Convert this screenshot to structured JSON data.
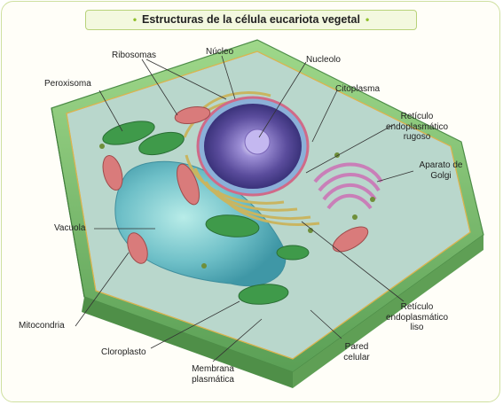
{
  "title": "Estructuras de la célula eucariota vegetal",
  "title_dot": "•",
  "labels": {
    "ribosomas": "Ribosomas",
    "nucleo": "Núcleo",
    "nucleolo": "Nucleolo",
    "peroxisoma": "Peroxisoma",
    "citoplasma": "Citoplasma",
    "rer": [
      "Retículo",
      "endoplasmático",
      "rugoso"
    ],
    "golgi": [
      "Aparato de",
      "Golgi"
    ],
    "vacuola": "Vacuola",
    "mitocondria": "Mitocondria",
    "cloroplasto": "Cloroplasto",
    "membrana": [
      "Membrana",
      "plasmática"
    ],
    "pared": [
      "Pared",
      "celular"
    ],
    "rel": [
      "Retículo",
      "endoplasmático",
      "liso"
    ]
  },
  "colors": {
    "cell_wall": "#7fbf6a",
    "cytoplasm": "#b9d7cc",
    "vacuole": "#6fc0c8",
    "nucleus": "#7a66b8",
    "chloroplast": "#3f9a4a",
    "mitochondria": "#d97b7b",
    "golgi": "#c97fb8",
    "er": "#c9b560"
  }
}
